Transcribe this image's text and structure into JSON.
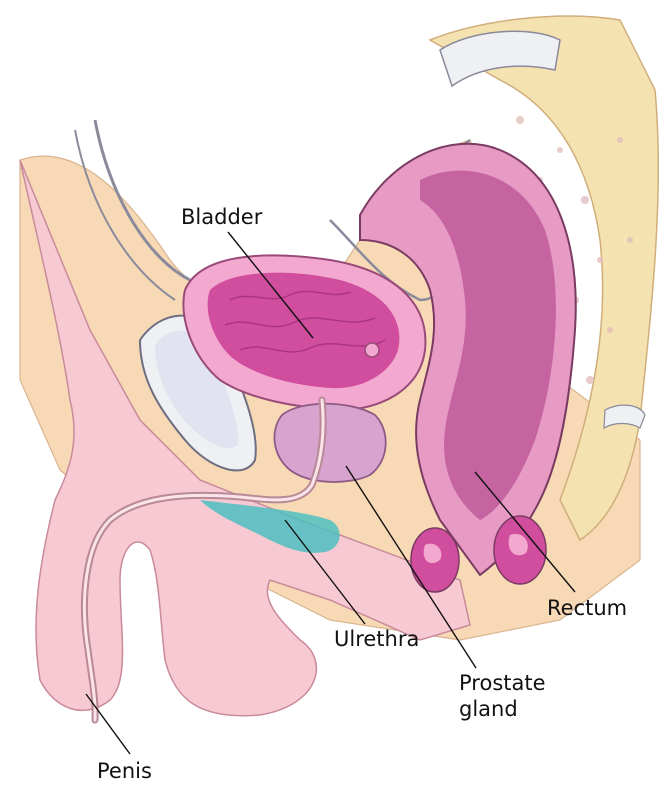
{
  "labels": {
    "bladder": "Bladder",
    "rectum": "Rectum",
    "urethra": "Ulrethra",
    "prostate_line1": "Prostate",
    "prostate_line2": "gland",
    "penis": "Penis"
  },
  "colors": {
    "skin": "#f6c9d3",
    "fat": "#f8d9b6",
    "bladder_wall": "#f3a9cf",
    "bladder_inner": "#d14d9d",
    "prostate": "#d7a3cf",
    "rectum": "#bf5a9c",
    "rectum_light": "#e79bc4",
    "spine": "#f5e2b1",
    "bone": "#eff0f4",
    "teal": "#4dbfc1",
    "outline": "#6b4a5a"
  },
  "icons": {
    "diagram": "male-pelvic-anatomy-illustration"
  }
}
